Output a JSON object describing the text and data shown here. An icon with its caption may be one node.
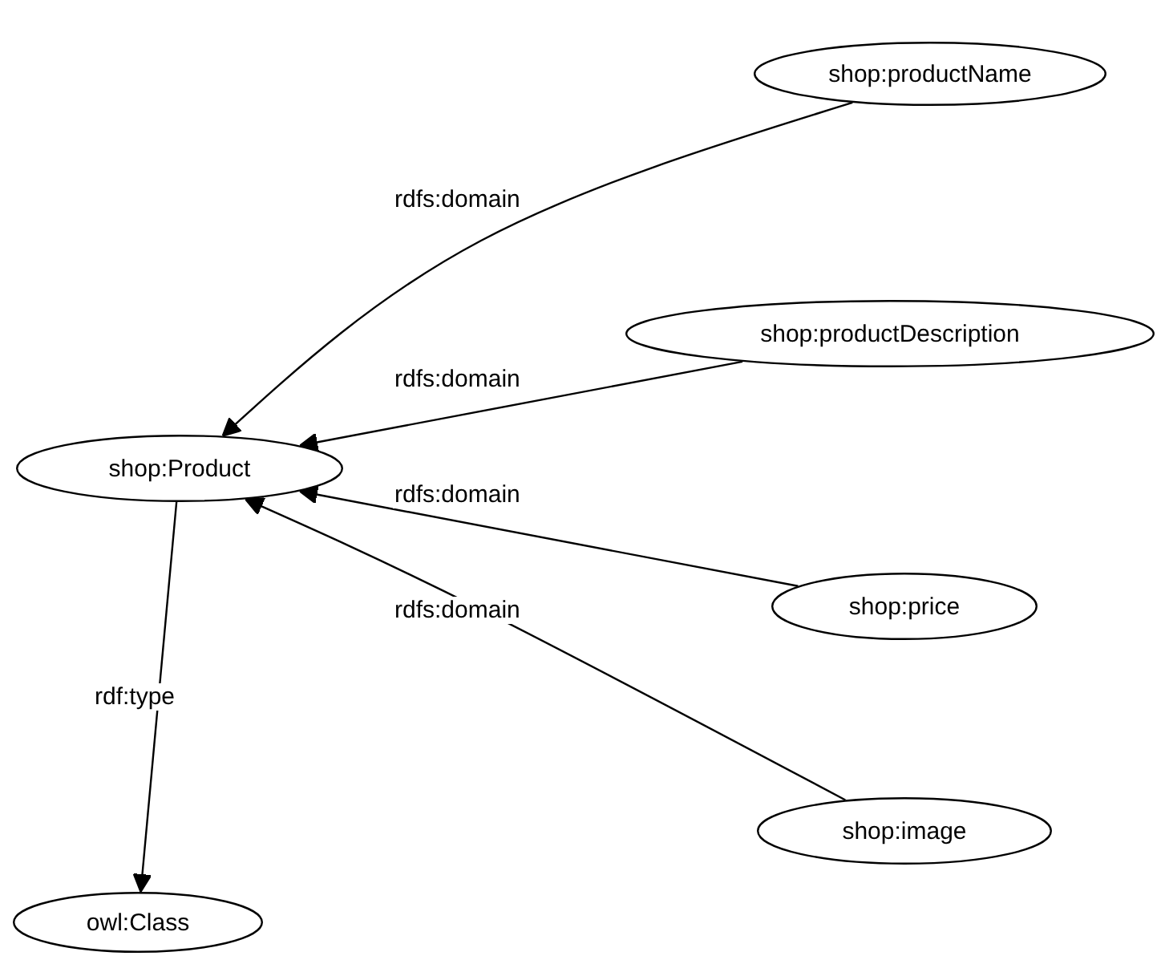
{
  "diagram": {
    "nodes": [
      {
        "text": [
          "shop:productName"
        ]
      },
      {
        "text": [
          "shop:productDescription"
        ]
      },
      {
        "text": [
          "shop:Product"
        ]
      },
      {
        "text": [
          "shop:price"
        ]
      },
      {
        "text": [
          "shop:image"
        ]
      },
      {
        "text": [
          "owl:Class"
        ]
      }
    ],
    "edges": [
      {
        "from": 0,
        "to": 2,
        "arrow": "to",
        "label": "rdfs:domain"
      },
      {
        "from": 1,
        "to": 2,
        "arrow": "to",
        "label": "rdfs:domain"
      },
      {
        "from": 3,
        "to": 2,
        "arrow": "to",
        "label": "rdfs:domain"
      },
      {
        "from": 4,
        "to": 2,
        "arrow": "to",
        "label": "rdfs:domain"
      },
      {
        "from": 2,
        "to": 5,
        "arrow": "to",
        "label": "rdf:type"
      }
    ]
  }
}
